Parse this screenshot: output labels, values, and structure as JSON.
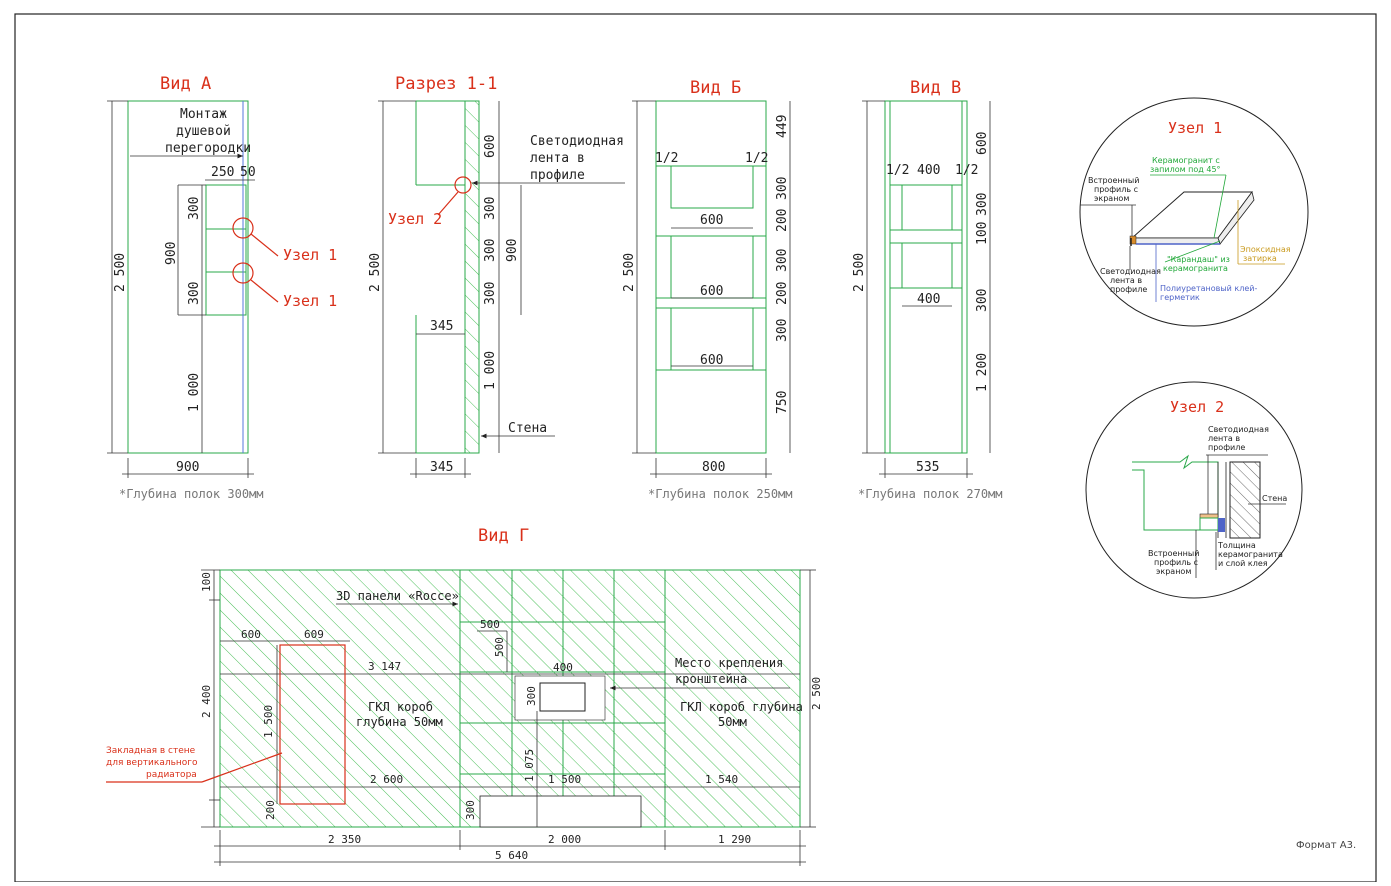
{
  "view_a": {
    "title": "Вид А",
    "note_lines": [
      "Монтаж",
      "душевой",
      "перегородки"
    ],
    "dims": {
      "d250": "250",
      "d50": "50",
      "d300a": "300",
      "d900": "900",
      "d300b": "300",
      "d1000": "1 000",
      "d2500": "2 500",
      "bottom": "900"
    },
    "node_labels": [
      "Узел 1",
      "Узел 1"
    ],
    "depth_note": "*Глубина полок 300мм"
  },
  "section_11": {
    "title": "Разрез 1-1",
    "led_lines": [
      "Светодиодная",
      "лента в",
      "профиле"
    ],
    "node2": "Узел 2",
    "wall": "Стена",
    "dims": {
      "d600": "600",
      "d300a": "300",
      "d300b": "300",
      "d300c": "300",
      "d900": "900",
      "d1000": "1 000",
      "d2500": "2 500",
      "d345top": "345",
      "d345bot": "345"
    }
  },
  "view_b": {
    "title": "Вид Б",
    "half_left": "1/2",
    "half_right": "1/2",
    "dims": {
      "d449": "449",
      "d300a": "300",
      "d200a": "200",
      "d300b": "300",
      "d200b": "200",
      "d300c": "300",
      "d750": "750",
      "d2500": "2 500",
      "bottom": "800",
      "shelf1": "600",
      "shelf2": "600",
      "shelf3": "600"
    },
    "depth_note": "*Глубина полок 250мм"
  },
  "view_v": {
    "title": "Вид В",
    "half_left": "1/2",
    "top_width": "400",
    "half_right": "1/2",
    "mid_width": "400",
    "dims": {
      "d600": "600",
      "d300a": "300",
      "d100": "100",
      "d300b": "300",
      "d1200": "1 200",
      "d2500": "2 500",
      "bottom": "535"
    },
    "depth_note": "*Глубина полок 270мм"
  },
  "node1": {
    "title": "Узел 1",
    "built_in_lines": [
      "Встроенный",
      "профиль с",
      "экраном"
    ],
    "ceramic_lines": [
      "Керамогранит с",
      "запилом под 45°"
    ],
    "pencil_lines": [
      "\"Карандаш\" из",
      "керамогранита"
    ],
    "epoxy_lines": [
      "Эпоксидная",
      "затирка"
    ],
    "led_lines": [
      "Светодиодная",
      "лента в",
      "профиле"
    ],
    "glue_lines": [
      "Полиуретановый клей-",
      "герметик"
    ]
  },
  "node2": {
    "title": "Узел 2",
    "led_lines": [
      "Светодиодная",
      "лента в",
      "профиле"
    ],
    "wall": "Стена",
    "built_in_lines": [
      "Встроенный",
      "профиль с",
      "экраном"
    ],
    "thickness_lines": [
      "Толщина",
      "керамогранита",
      "и слой клея"
    ]
  },
  "view_g": {
    "title": "Вид Г",
    "panels_label": "3D панели «Rocce»",
    "gkl_left_lines": [
      "ГКЛ короб",
      "глубина 50мм"
    ],
    "gkl_right_lines": [
      "ГКЛ короб глубина",
      "50мм"
    ],
    "bracket_lines": [
      "Место крепления",
      "кронштейна"
    ],
    "embed_lines": [
      "Закладная в стене",
      "для вертикального",
      "радиатора"
    ],
    "dims": {
      "d100": "100",
      "d2400": "2 400",
      "d1500v": "1 500",
      "d200": "200",
      "d600": "600",
      "d609": "609",
      "d3147": "3 147",
      "d2600": "2 600",
      "d500h": "500",
      "d500v": "500",
      "d400": "400",
      "d300v": "300",
      "d1075": "1 075",
      "d1500": "1 500",
      "d1540": "1 540",
      "d300b": "300",
      "d2500r": "2 500",
      "b2350": "2 350",
      "b2000": "2 000",
      "b1290": "1 290",
      "b5640": "5 640"
    }
  },
  "format_label": "Формат А3.",
  "colors": {
    "green": "#2aa84a",
    "red": "#d9301a",
    "orange": "#c99a1d",
    "blue": "#4f64c8",
    "black": "#222222"
  }
}
